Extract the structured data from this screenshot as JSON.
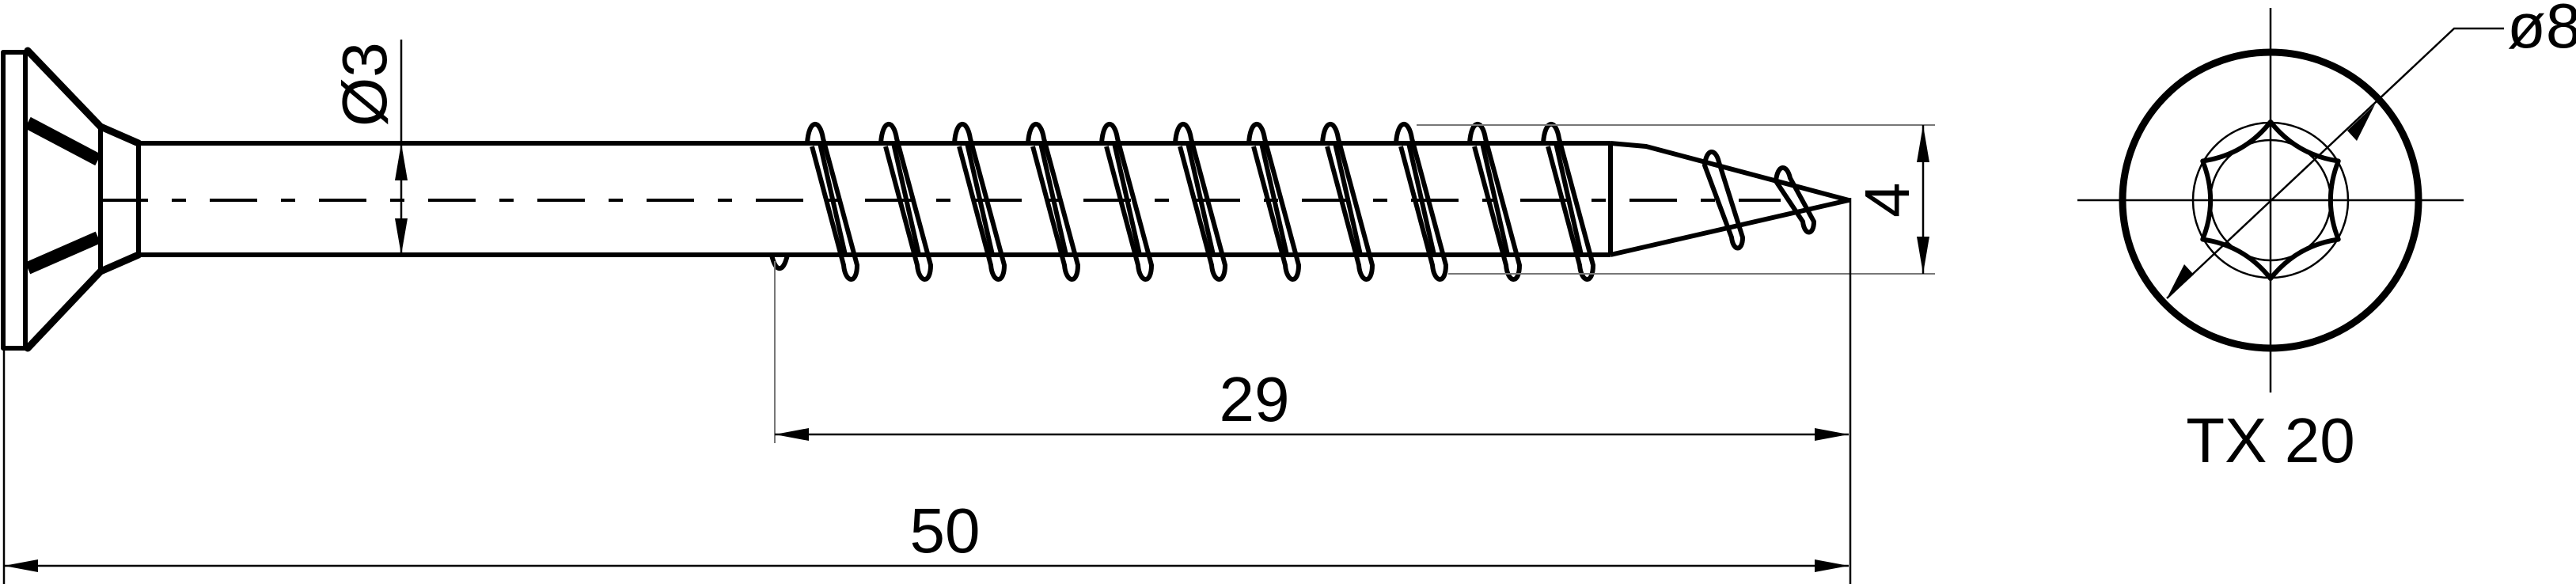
{
  "drawing": {
    "shank_diameter_label": "Ø3",
    "thread_length_label": "29",
    "total_length_label": "50",
    "thread_diameter_label": "4",
    "head_diameter_label": "ø8",
    "drive_label": "TX 20"
  },
  "colors": {
    "line": "#000000",
    "background": "#ffffff"
  }
}
